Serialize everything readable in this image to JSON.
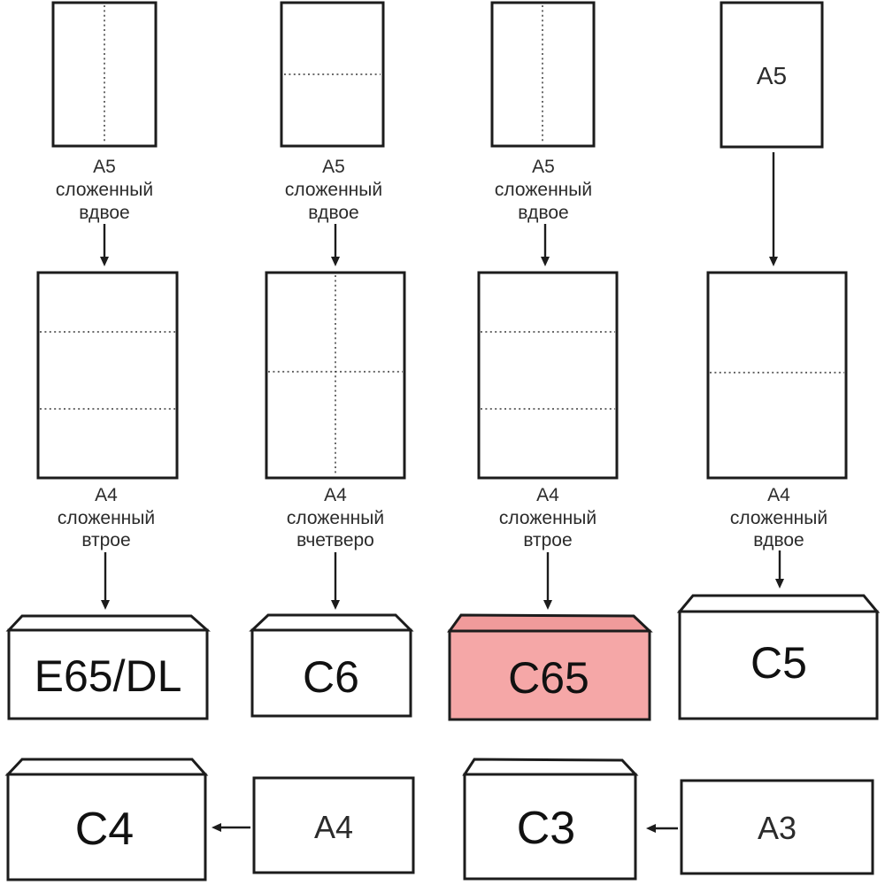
{
  "colors": {
    "highlight_envelope_body": "#f5a7a7",
    "highlight_envelope_flap": "#f09b9b",
    "line": "#1c1c1c",
    "fold_line": "#3a3a3a"
  },
  "sheets": {
    "a5_fold_half_1": {
      "line1": "A5",
      "line2": "сложенный",
      "line3": "вдвое"
    },
    "a5_fold_half_2": {
      "line1": "A5",
      "line2": "сложенный",
      "line3": "вдвое"
    },
    "a5_fold_half_3": {
      "line1": "A5",
      "line2": "сложенный",
      "line3": "вдвое"
    },
    "a5_plain": {
      "text": "A5"
    },
    "a4_fold_thirds_1": {
      "line1": "A4",
      "line2": "сложенный",
      "line3": "втрое"
    },
    "a4_fold_quarters": {
      "line1": "A4",
      "line2": "сложенный",
      "line3": "вчетверо"
    },
    "a4_fold_thirds_2": {
      "line1": "A4",
      "line2": "сложенный",
      "line3": "втрое"
    },
    "a4_fold_half": {
      "line1": "A4",
      "line2": "сложенный",
      "line3": "вдвое"
    },
    "a4_flat": {
      "text": "A4"
    },
    "a3_flat": {
      "text": "A3"
    }
  },
  "envelopes": {
    "e65dl": {
      "label": "E65/DL"
    },
    "c6": {
      "label": "C6"
    },
    "c65": {
      "label": "C65",
      "highlighted": true
    },
    "c5": {
      "label": "C5"
    },
    "c4": {
      "label": "C4"
    },
    "c3": {
      "label": "C3"
    }
  }
}
